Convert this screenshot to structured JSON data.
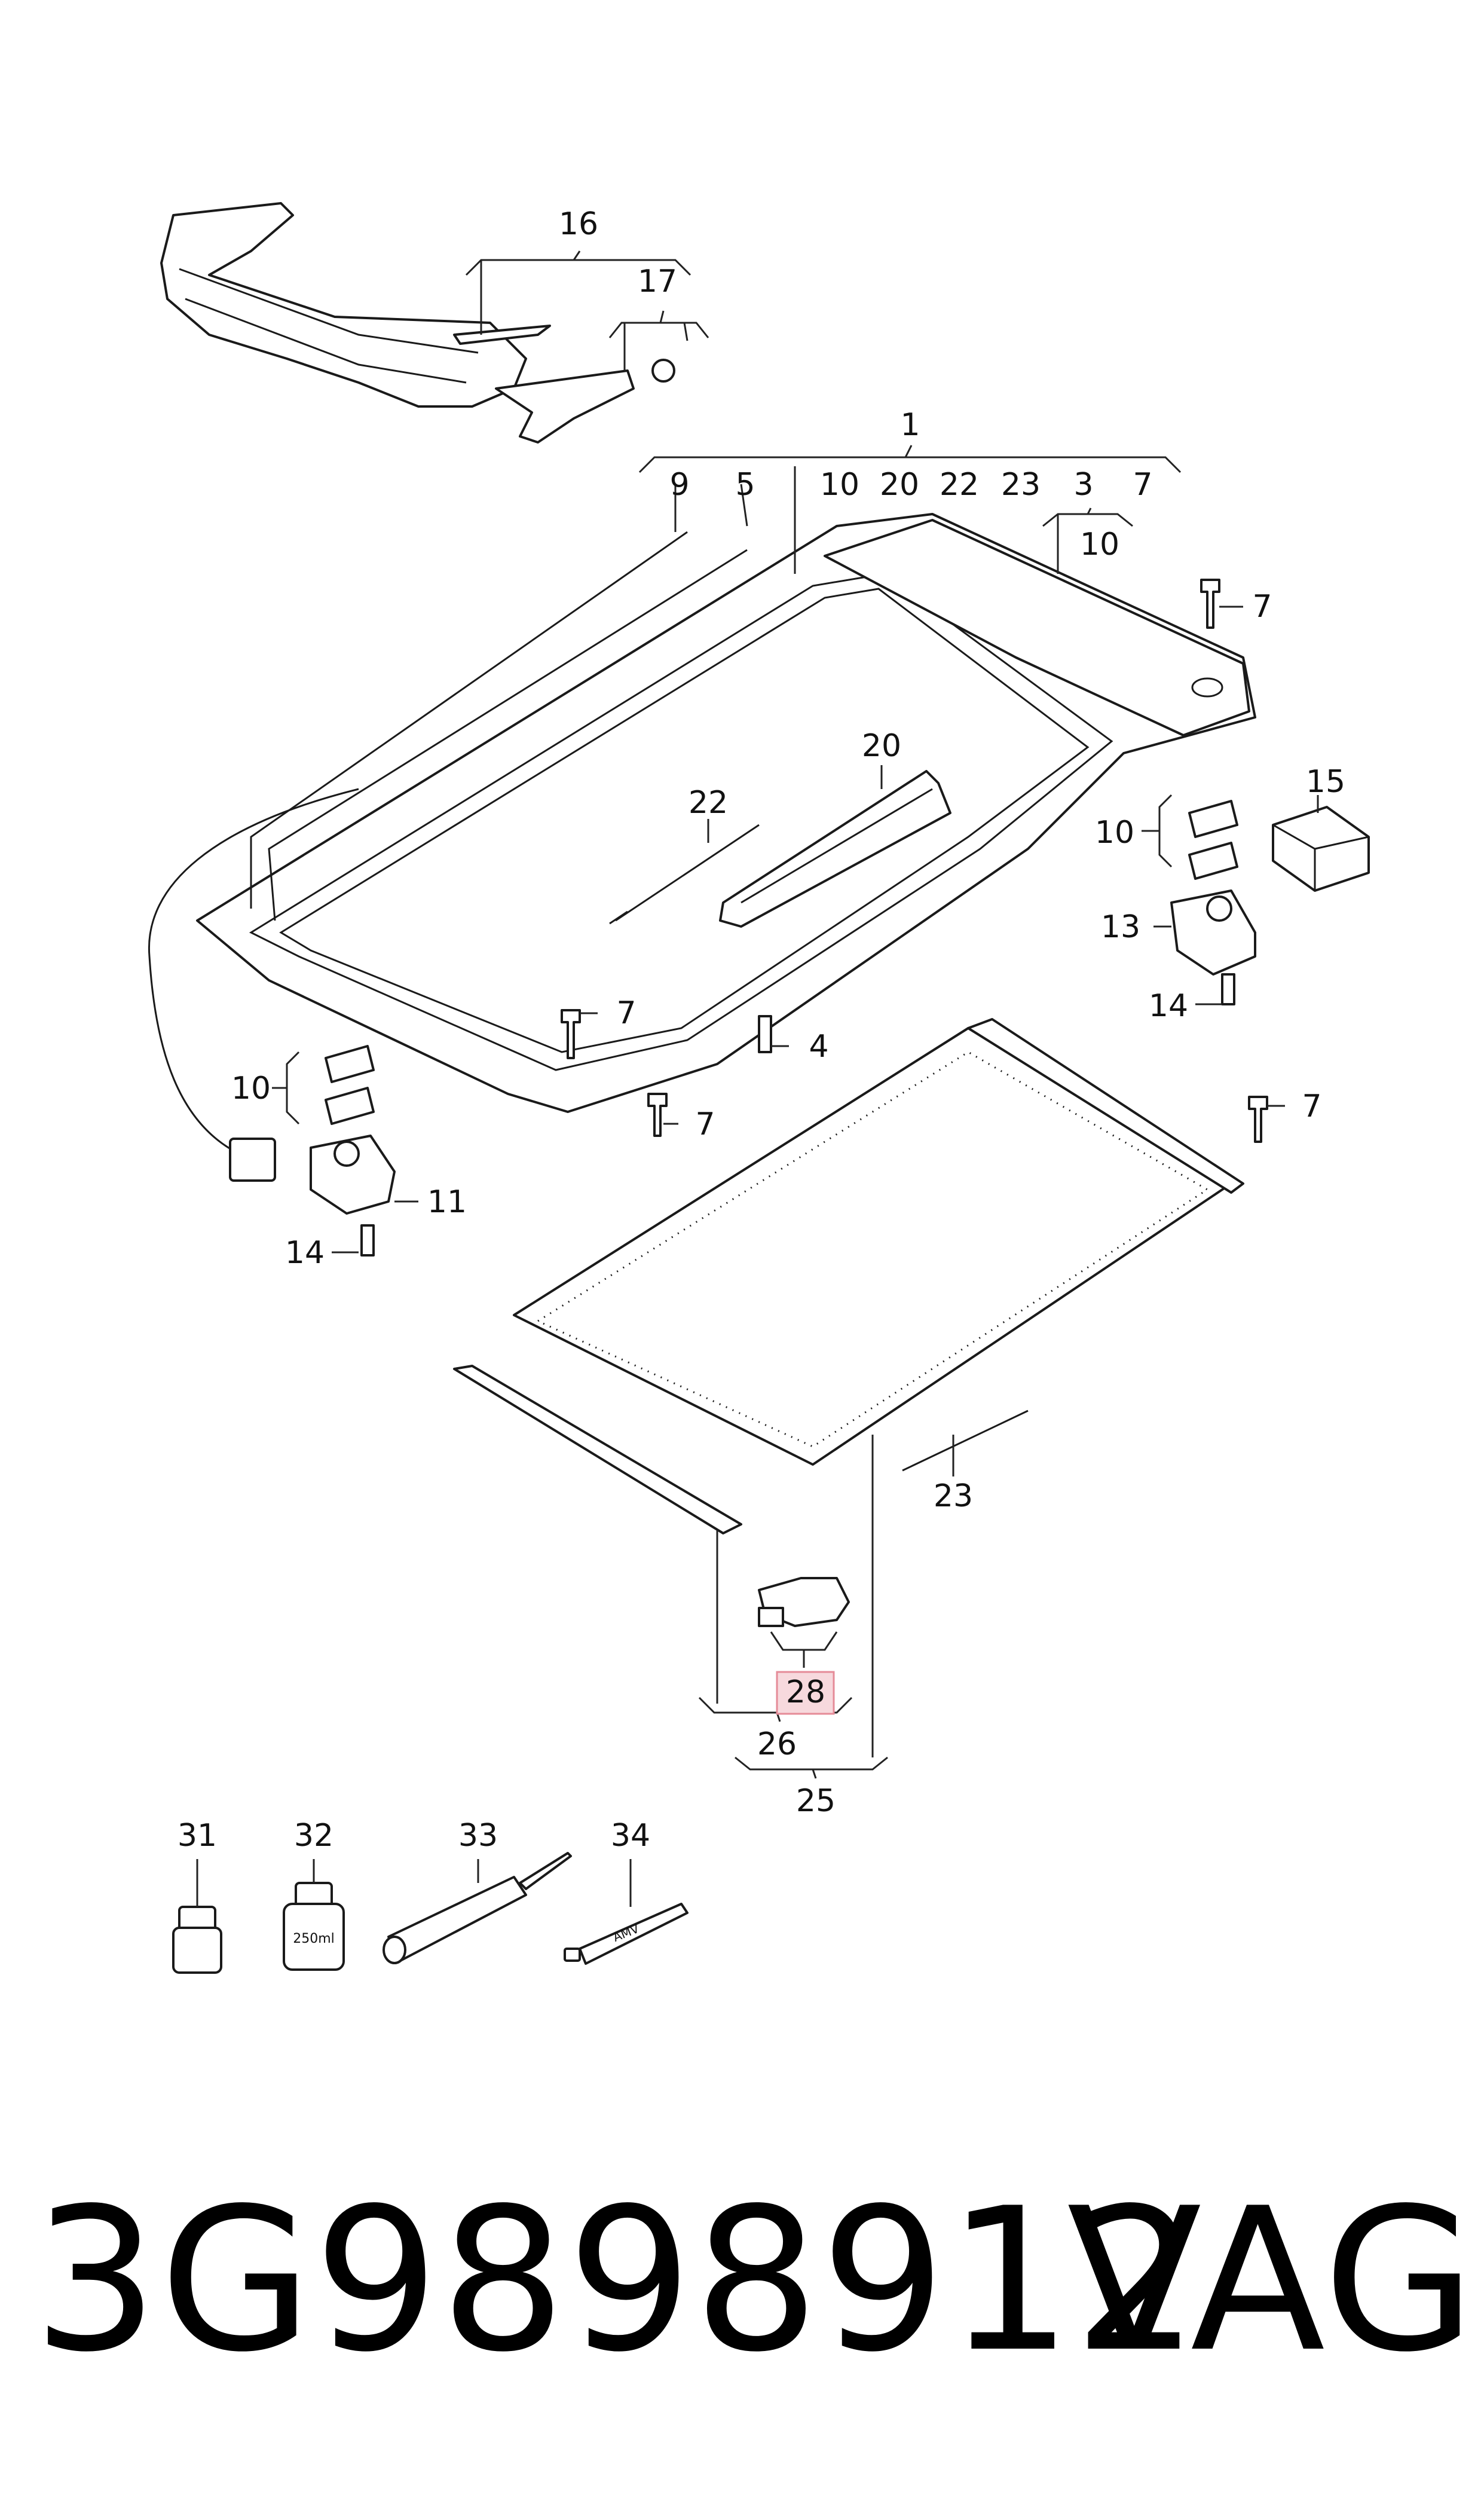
{
  "callouts": {
    "c1": "1",
    "c3": "3",
    "c4": "4",
    "c5": "5",
    "c7a": "7",
    "c7b": "7",
    "c7c": "7",
    "c7d": "7",
    "c7e": "7",
    "c9": "9",
    "c10a": "10",
    "c10b": "10",
    "c10c": "10",
    "c10d": "10",
    "c11": "11",
    "c13": "13",
    "c14a": "14",
    "c14b": "14",
    "c15": "15",
    "c16": "16",
    "c17": "17",
    "c20a": "20",
    "c20b": "20",
    "c22a": "22",
    "c22b": "22",
    "c23a": "23",
    "c23b": "23",
    "c25": "25",
    "c26": "26",
    "c28": "28",
    "c31": "31",
    "c32": "32",
    "c33": "33",
    "c34": "34"
  },
  "labels": {
    "bottle_volume": "250ml",
    "tube_brand": "AMV"
  },
  "highlight": {
    "part": "28",
    "color": "#f7d9dd"
  },
  "footer": {
    "part_number": "3G9898912",
    "brand": "VAG"
  }
}
